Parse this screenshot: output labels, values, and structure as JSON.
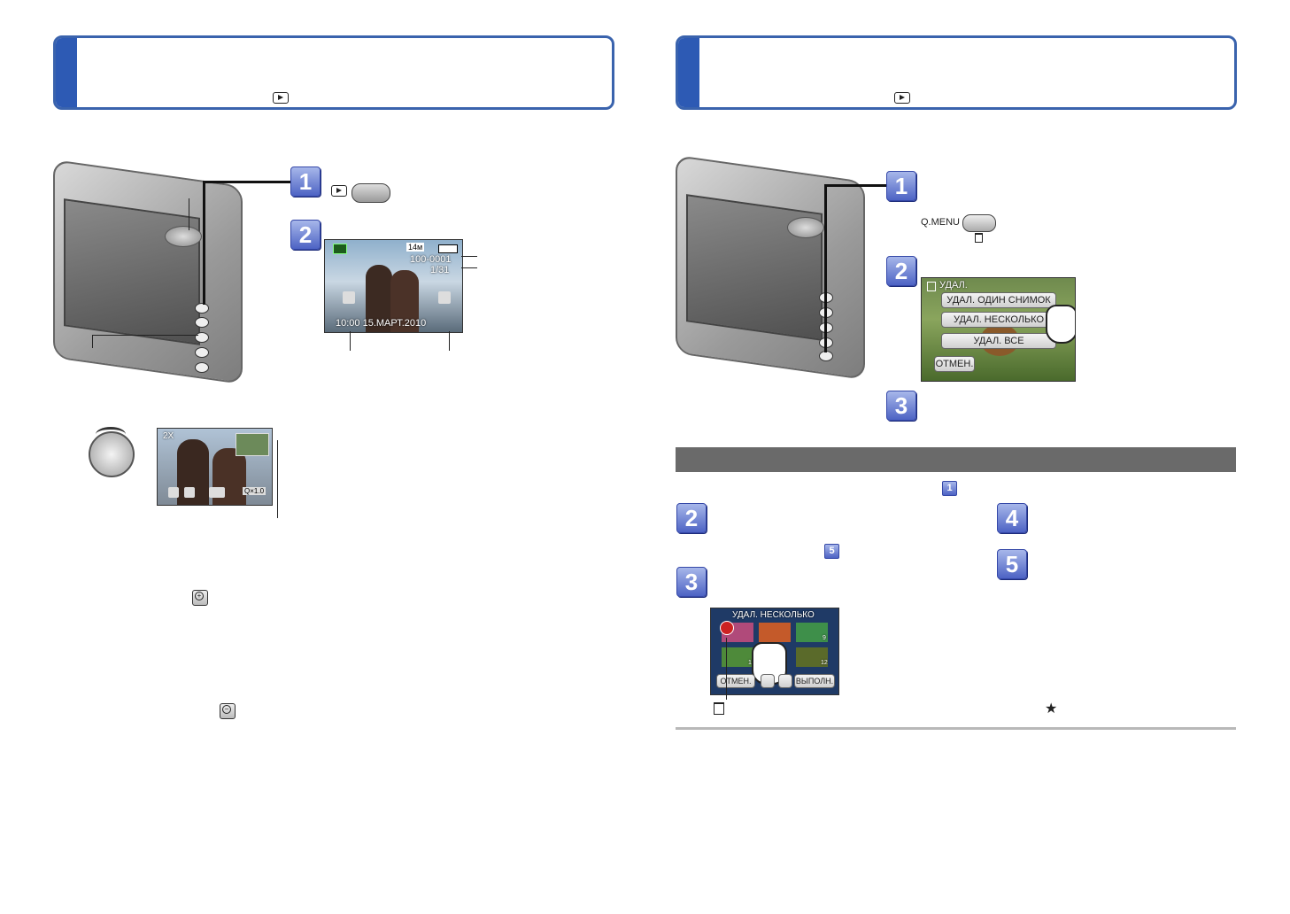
{
  "left_page": {
    "step1_badge": "1",
    "step2_badge": "2",
    "lcd_top": {
      "mode_icon": "playback-icon",
      "size_label": "14м",
      "file_number": "100-0001",
      "frame_count": "1/31",
      "datetime": "10:00  15.МАРТ.2010"
    },
    "zoom_lcd": {
      "zoom_label": "2X",
      "control_label": "Q×1.0"
    }
  },
  "right_page": {
    "step1_badge": "1",
    "step2_badge": "2",
    "step3_badge": "3",
    "qmenu_label": "Q.MENU",
    "delete_menu": {
      "title": "УДАЛ.",
      "options": [
        "УДАЛ. ОДИН СНИМОК",
        "УДАЛ. НЕСКОЛЬКО",
        "УДАЛ. ВСЕ"
      ],
      "cancel": "ОТМЕН."
    },
    "inline_step_1": "1",
    "steps_lower": {
      "s2": "2",
      "s3": "3",
      "s4": "4",
      "s5": "5",
      "inline_5": "5"
    },
    "multi_delete_lcd": {
      "title": "УДАЛ. НЕСКОЛЬКО",
      "thumb_numbers": [
        "9",
        "10",
        "12"
      ],
      "cancel": "ОТМЕН.",
      "execute": "ВЫПОЛН."
    },
    "star": "★"
  }
}
